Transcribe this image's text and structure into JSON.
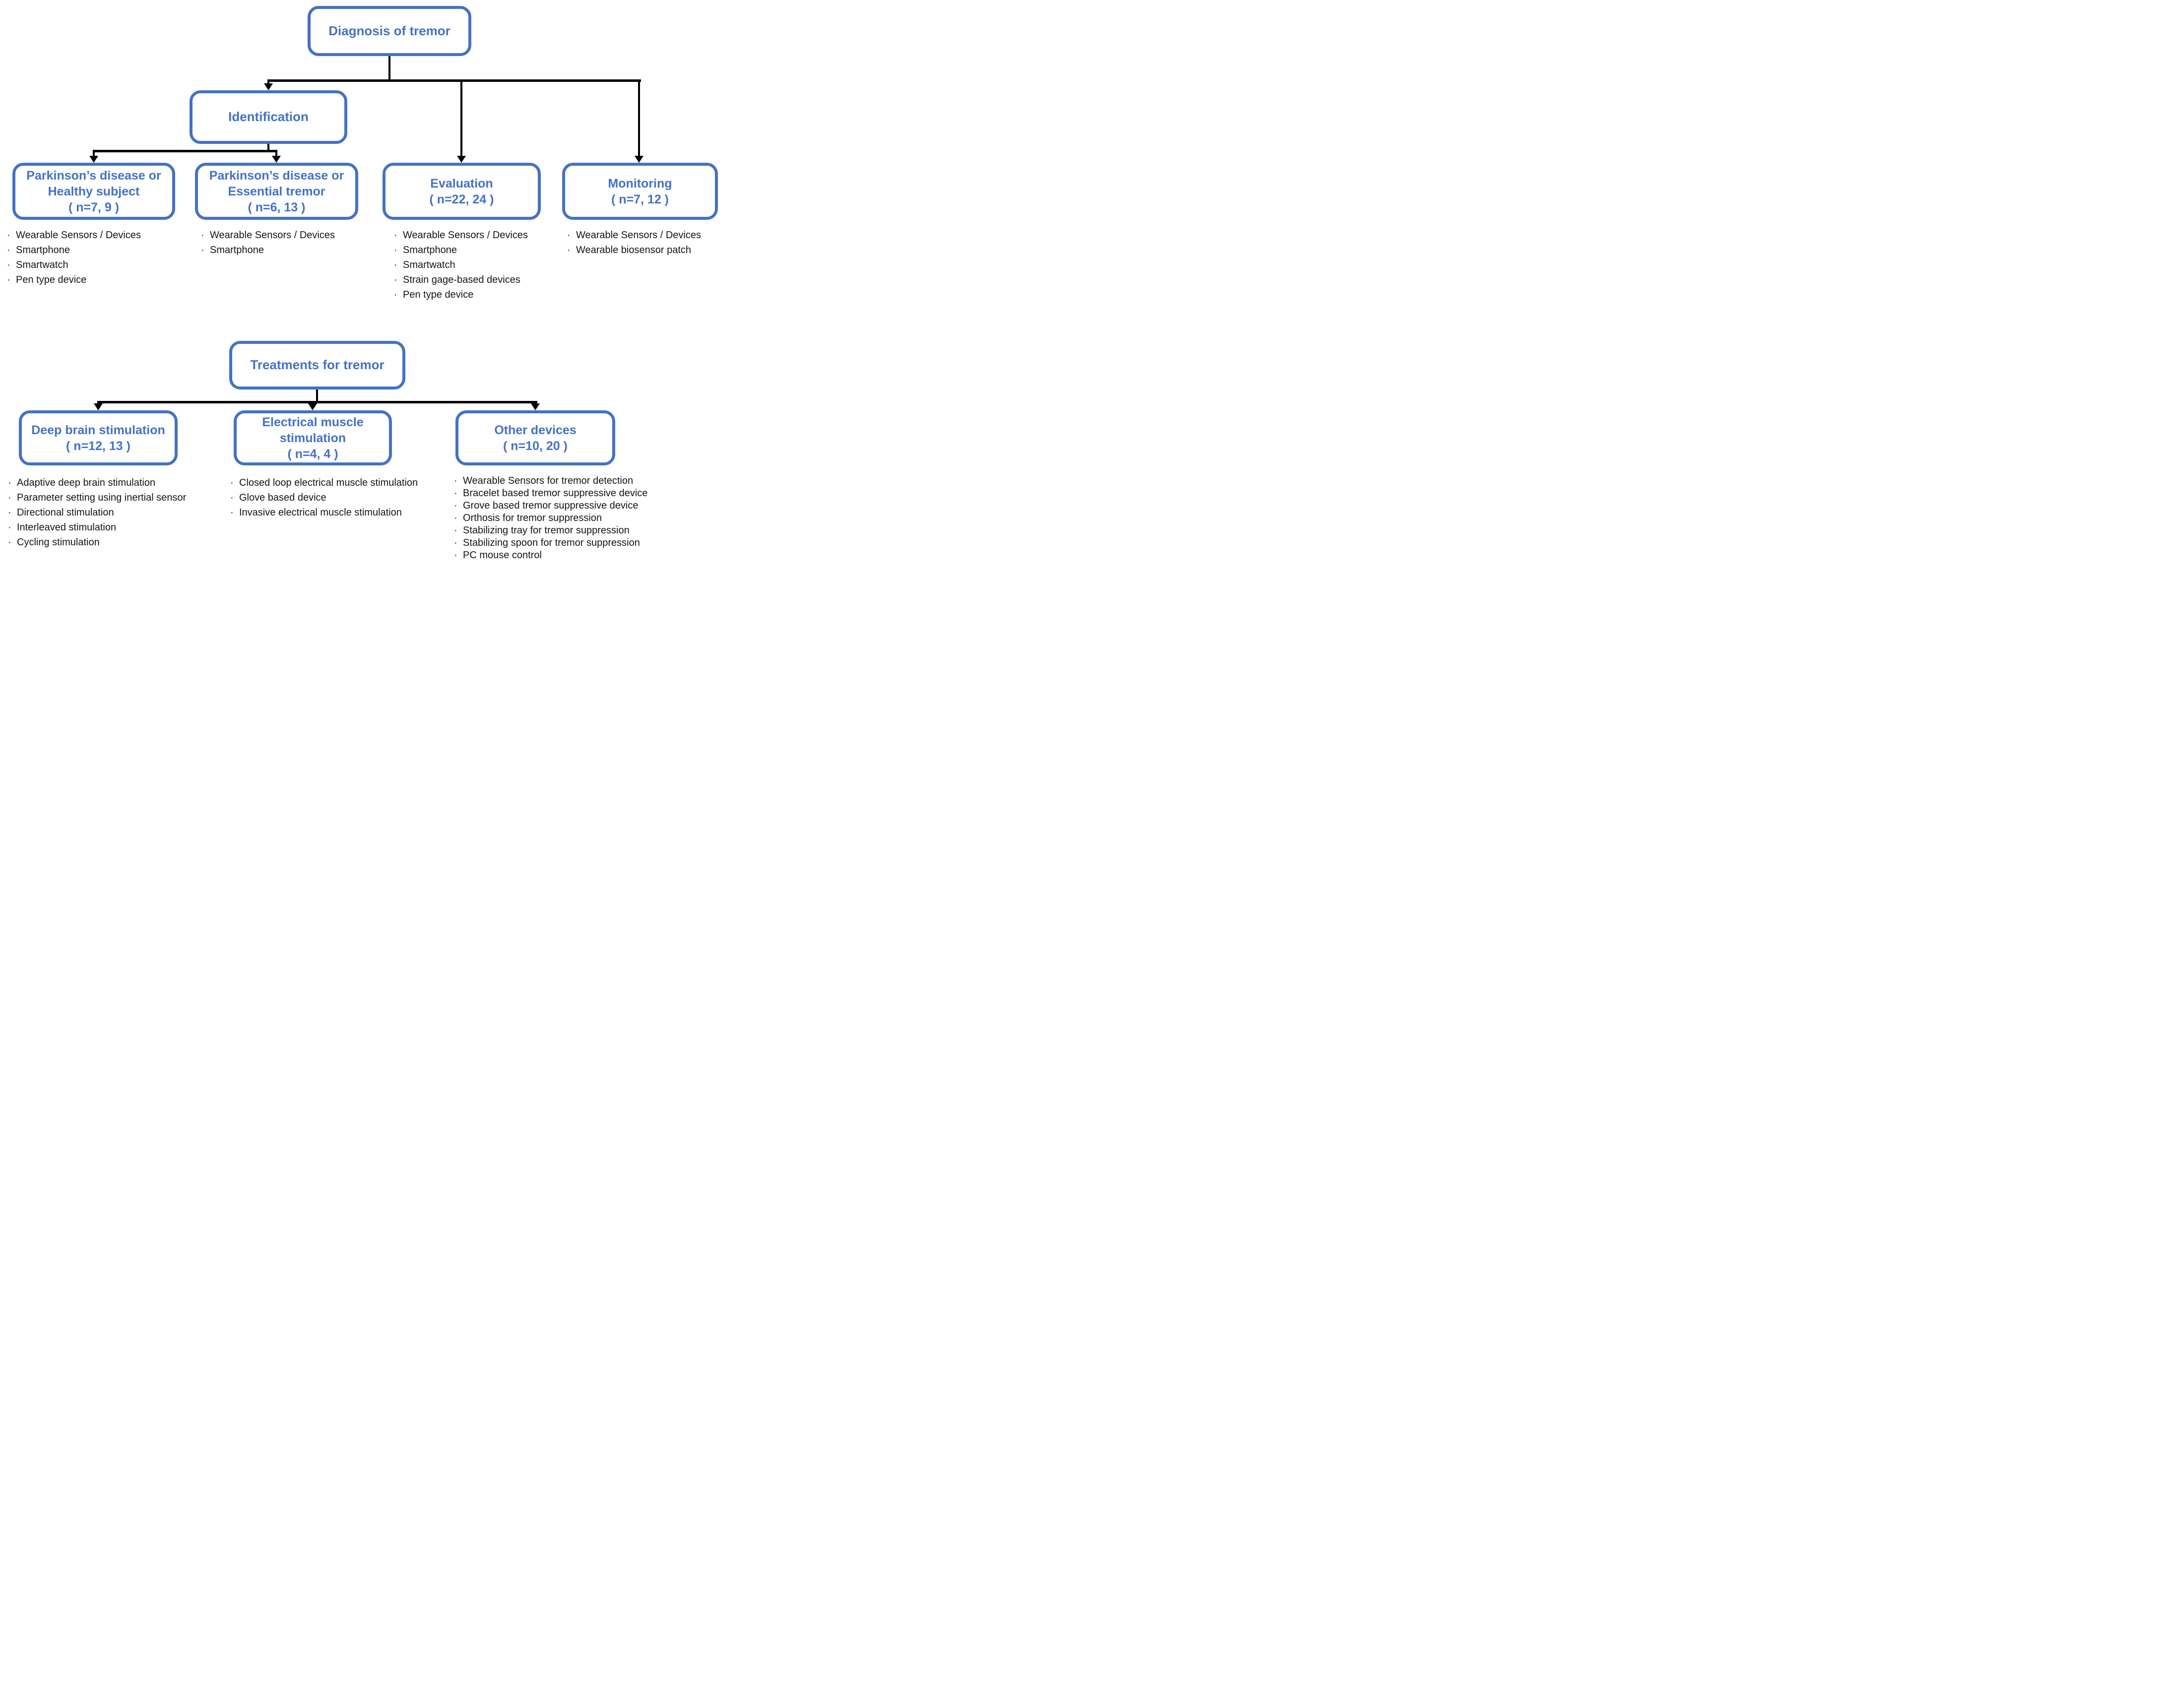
{
  "ui": {
    "bullet": "·"
  },
  "colors": {
    "accent": "#4472C4",
    "connector": "#000000",
    "background": "#ffffff"
  },
  "nodes": {
    "diagnosis": {
      "title": "Diagnosis of tremor"
    },
    "identification": {
      "title": "Identification"
    },
    "pd_healthy": {
      "title": "Parkinson’s disease or Healthy subject",
      "subtitle": "( n=7, 9 )"
    },
    "pd_essential": {
      "title": "Parkinson’s disease or Essential tremor",
      "subtitle": "( n=6, 13 )"
    },
    "evaluation": {
      "title": "Evaluation",
      "subtitle": "( n=22, 24 )"
    },
    "monitoring": {
      "title": "Monitoring",
      "subtitle": "( n=7, 12 )"
    },
    "treatments": {
      "title": "Treatments for tremor"
    },
    "dbs": {
      "title": "Deep brain stimulation",
      "subtitle": "( n=12, 13 )"
    },
    "ems": {
      "title": "Electrical muscle stimulation",
      "subtitle": "( n=4, 4 )"
    },
    "other": {
      "title": "Other devices",
      "subtitle": "( n=10, 20 )"
    }
  },
  "lists": {
    "pd_healthy": [
      "Wearable Sensors / Devices",
      "Smartphone",
      "Smartwatch",
      "Pen type device"
    ],
    "pd_essential": [
      "Wearable Sensors / Devices",
      "Smartphone"
    ],
    "evaluation": [
      "Wearable Sensors / Devices",
      "Smartphone",
      "Smartwatch",
      "Strain gage-based devices",
      "Pen type device"
    ],
    "monitoring": [
      "Wearable Sensors / Devices",
      "Wearable biosensor patch"
    ],
    "dbs": [
      "Adaptive deep brain stimulation",
      "Parameter setting using inertial sensor",
      "Directional stimulation",
      "Interleaved stimulation",
      "Cycling stimulation"
    ],
    "ems": [
      "Closed loop electrical muscle stimulation",
      "Glove based device",
      "Invasive electrical muscle stimulation"
    ],
    "other": [
      "Wearable Sensors for tremor detection",
      "Bracelet based tremor suppressive device",
      "Grove based tremor suppressive device",
      "Orthosis for tremor suppression",
      "Stabilizing tray for tremor suppression",
      "Stabilizing spoon for tremor suppression",
      "PC mouse control"
    ]
  }
}
